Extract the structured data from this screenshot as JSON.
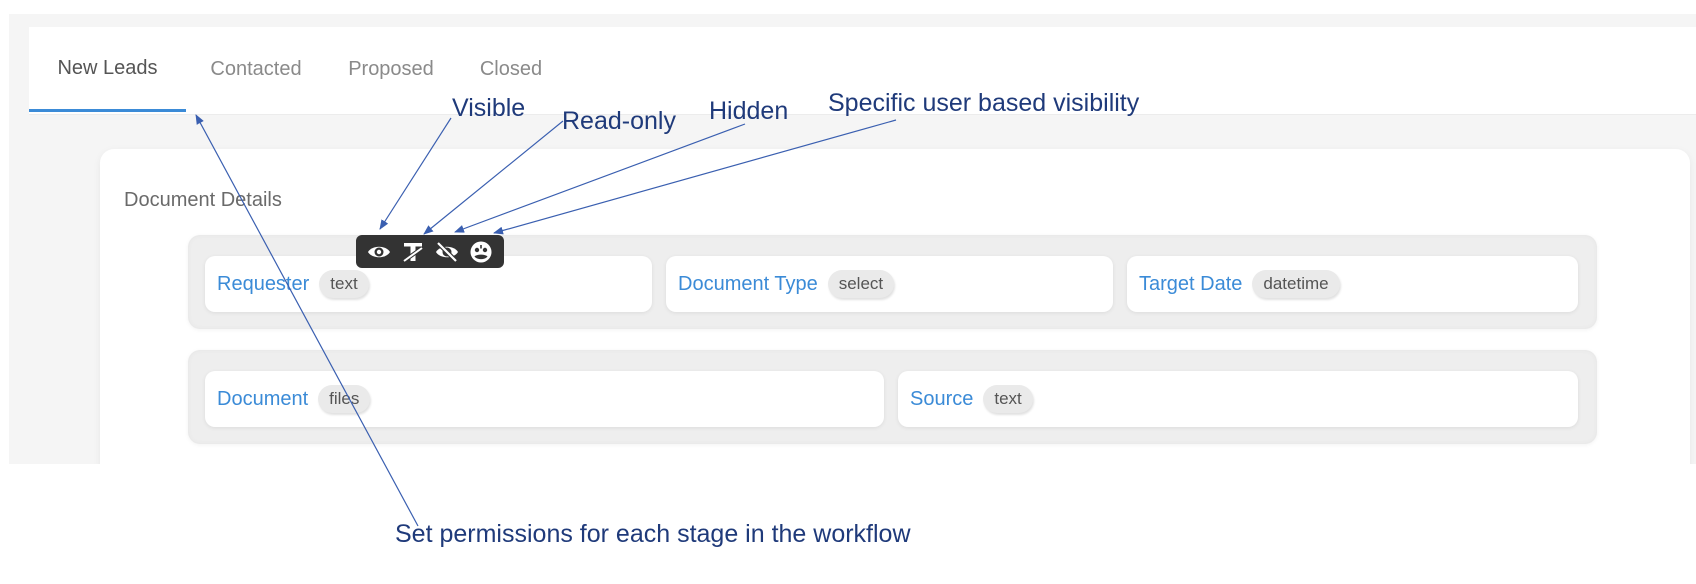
{
  "tabs": [
    {
      "label": "New Leads",
      "active": true
    },
    {
      "label": "Contacted",
      "active": false
    },
    {
      "label": "Proposed",
      "active": false
    },
    {
      "label": "Closed",
      "active": false
    }
  ],
  "section": {
    "title": "Document Details",
    "rows": [
      {
        "fields": [
          {
            "label": "Requester",
            "type": "text"
          },
          {
            "label": "Document Type",
            "type": "select"
          },
          {
            "label": "Target Date",
            "type": "datetime"
          }
        ]
      },
      {
        "fields": [
          {
            "label": "Document",
            "type": "files"
          },
          {
            "label": "Source",
            "type": "text"
          }
        ]
      }
    ]
  },
  "permission_toolbar": {
    "icons": [
      "eye-icon",
      "read-only-icon",
      "eye-slash-icon",
      "user-visibility-icon"
    ]
  },
  "annotations": {
    "visible": "Visible",
    "read_only": "Read-only",
    "hidden": "Hidden",
    "specific_user": "Specific user based visibility",
    "stage_permissions": "Set permissions for each stage in the workflow"
  },
  "colors": {
    "accent": "#3b8bd7",
    "annotation": "#1f3a7a",
    "toolbar": "#333333"
  }
}
